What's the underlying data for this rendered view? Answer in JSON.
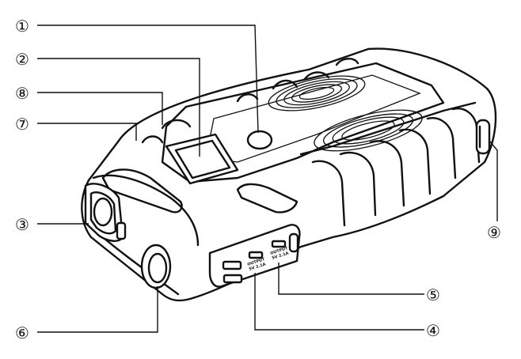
{
  "callouts": [
    {
      "id": "1",
      "label": "①"
    },
    {
      "id": "2",
      "label": "②"
    },
    {
      "id": "8",
      "label": "⑧"
    },
    {
      "id": "7",
      "label": "⑦"
    },
    {
      "id": "3",
      "label": "③"
    },
    {
      "id": "9",
      "label": "⑨"
    },
    {
      "id": "5",
      "label": "⑤"
    },
    {
      "id": "6",
      "label": "⑥"
    },
    {
      "id": "4",
      "label": "④"
    }
  ],
  "ports": {
    "output_left_title": "OUTPUT",
    "output_left_spec": "5V 2.1A",
    "output_right_title": "OUTPUT",
    "output_right_spec": "5V 2.1A"
  },
  "colors": {
    "outline": "#111111",
    "body": "#ffffff",
    "rubber": "#ffffff"
  }
}
